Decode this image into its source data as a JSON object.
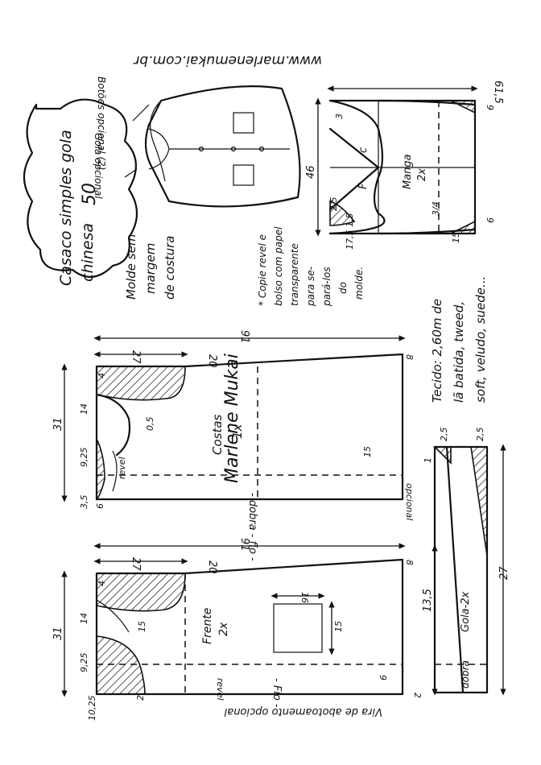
{
  "header": {
    "site": "www.marlenemukai.com.br",
    "title_line1": "Casaco simples gola",
    "title_line2": "chinesa",
    "size": "50",
    "gola_label": "Gola opcional",
    "botoes_label": "Botões opcional (2)"
  },
  "notes": {
    "molde_line1": "Molde sem",
    "molde_line2": "margem",
    "molde_line3": "de costura",
    "copie_line1": "* Copie revel e",
    "copie_line2": "bolso com papel",
    "copie_line3": "transparente",
    "copie_line4": "para se-",
    "copie_line5": "pará-los",
    "copie_line6": "do",
    "copie_line7": "molde.",
    "tecido_line1": "Tecido: 2,60m de",
    "tecido_line2": "lã batida, tweed,",
    "tecido_line3": "soft, veludo, suede..."
  },
  "costas": {
    "label": "Costas",
    "count": "1x",
    "dobra_fio": "- dobra - fio -",
    "opcional": "opcional",
    "revel": "revel",
    "d_31": "31",
    "d_27": "27",
    "d_20": "20",
    "d_91": "91",
    "d_8": "8",
    "d_14": "14",
    "d_925": "9,25",
    "d_4": "4",
    "d_05": "0,5",
    "d_15": "15",
    "d_35": "3,5",
    "d_6": "6"
  },
  "frente": {
    "label": "Frente",
    "count": "2x",
    "revel": "revel",
    "fio": "- Fio -",
    "vira": "Vira de abotoamento opcional",
    "d_31": "31",
    "d_27": "27",
    "d_20": "20",
    "d_91": "91",
    "d_8": "8",
    "d_14": "14",
    "d_925": "9,25",
    "d_4": "4",
    "d_15": "15",
    "d_16": "16",
    "d_15b": "15",
    "d_6": "6",
    "d_2": "2",
    "d_1025": "10,25",
    "d_2b": "2"
  },
  "manga": {
    "label": "Manga",
    "count": "2x",
    "c": "c",
    "f": "F",
    "d_615": "61,5",
    "d_46": "46",
    "d_3": "3",
    "d_25": "2,5",
    "d_15": "1,5",
    "d_175": "17,5",
    "d_34": "3/4",
    "d_9a": "9",
    "d_9b": "9",
    "d_15b": "15"
  },
  "gola": {
    "label": "Gola-2x",
    "dobra": "dobra",
    "d_135": "13,5",
    "d_27": "27",
    "d_25a": "2,5",
    "d_25b": "2,5",
    "d_1": "1"
  },
  "signature": "Marlene Mukai"
}
